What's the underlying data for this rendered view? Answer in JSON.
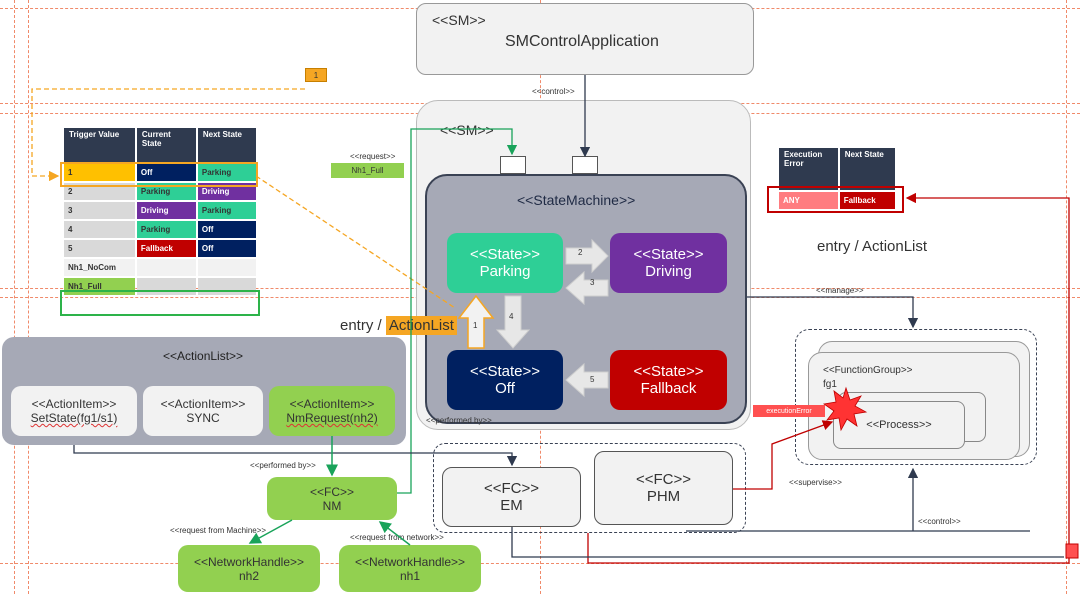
{
  "sm_control_app": {
    "stereotype": "<<SM>>",
    "name": "SMControlApplication"
  },
  "sm_container": {
    "stereotype": "<<SM>>"
  },
  "state_machine": {
    "stereotype": "<<StateMachine>>"
  },
  "states": {
    "parking": {
      "stereotype": "<<State>>",
      "name": "Parking",
      "color": "#2ecf96"
    },
    "driving": {
      "stereotype": "<<State>>",
      "name": "Driving",
      "color": "#7030a0"
    },
    "off": {
      "stereotype": "<<State>>",
      "name": "Off",
      "color": "#002060"
    },
    "fallback": {
      "stereotype": "<<State>>",
      "name": "Fallback",
      "color": "#c00000"
    }
  },
  "transition_numbers": {
    "t1": "1",
    "t2": "2",
    "t3": "3",
    "t4": "4",
    "t5": "5"
  },
  "orange_tag": "1",
  "labels": {
    "control_top": "<<control>>",
    "request": "<<request>>",
    "nh1_full_chip": "Nh1_Full",
    "entry_action_right": "entry / ActionList",
    "entry_prefix": "entry / ",
    "entry_action_word": "ActionList",
    "manage": "<<manage>>",
    "performed_by_1": "<<performed by>>",
    "performed_by_2": "<<performed by>>",
    "request_from_machine": "<<request from Machine>>",
    "request_from_network": "<<request from network>>",
    "supervise": "<<supervise>>",
    "control_bottom": "<<control>>",
    "execution_error": "executionError"
  },
  "trigger_table": {
    "headers": [
      "Trigger Value",
      "Current State",
      "Next State"
    ],
    "rows": [
      {
        "trigger": "1",
        "current": "Off",
        "next": "Parking"
      },
      {
        "trigger": "2",
        "current": "Parking",
        "next": "Driving"
      },
      {
        "trigger": "3",
        "current": "Driving",
        "next": "Parking"
      },
      {
        "trigger": "4",
        "current": "Parking",
        "next": "Off"
      },
      {
        "trigger": "5",
        "current": "Fallback",
        "next": "Off"
      },
      {
        "trigger": "Nh1_NoCom",
        "current": "",
        "next": ""
      },
      {
        "trigger": "Nh1_Full",
        "current": "",
        "next": ""
      }
    ]
  },
  "error_table": {
    "headers": [
      "Execution Error",
      "Next State"
    ],
    "row": {
      "error": "ANY",
      "next": "Fallback"
    }
  },
  "action_list": {
    "stereotype": "<<ActionList>>",
    "items": [
      {
        "stereotype": "<<ActionItem>>",
        "name": "SetState(fg1/s1)"
      },
      {
        "stereotype": "<<ActionItem>>",
        "name": "SYNC"
      },
      {
        "stereotype": "<<ActionItem>>",
        "name": "NmRequest(nh2)"
      }
    ]
  },
  "fc_nm": {
    "stereotype": "<<FC>>",
    "name": "NM"
  },
  "fc_em": {
    "stereotype": "<<FC>>",
    "name": "EM"
  },
  "fc_phm": {
    "stereotype": "<<FC>>",
    "name": "PHM"
  },
  "nh2": {
    "stereotype": "<<NetworkHandle>>",
    "name": "nh2"
  },
  "nh1": {
    "stereotype": "<<NetworkHandle>>",
    "name": "nh1"
  },
  "function_group": {
    "stereotype": "<<FunctionGroup>>",
    "name": "fg1"
  },
  "process": {
    "stereotype": "<<Process>>"
  },
  "colors": {
    "navy": "#002060",
    "green": "#92d050",
    "teal": "#2ecf96",
    "purple": "#7030a0",
    "red": "#c00000",
    "orange": "#f5a623",
    "gray_panel": "#a6a9b6"
  }
}
